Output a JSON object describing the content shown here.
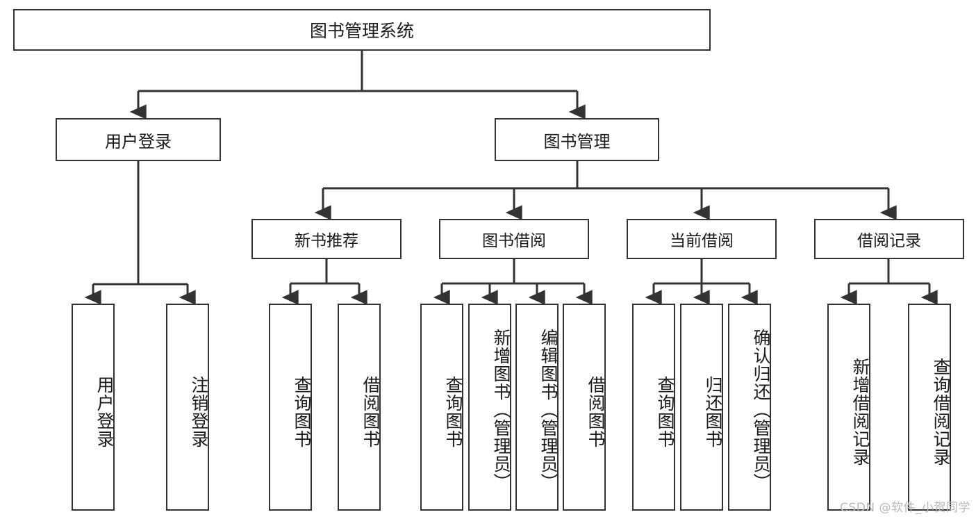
{
  "diagram": {
    "type": "tree",
    "title": "图书管理系统",
    "root": {
      "label": "图书管理系统"
    },
    "level2": [
      {
        "label": "用户登录"
      },
      {
        "label": "图书管理"
      }
    ],
    "level3": [
      {
        "label": "新书推荐"
      },
      {
        "label": "图书借阅"
      },
      {
        "label": "当前借阅"
      },
      {
        "label": "借阅记录"
      }
    ],
    "leaves": {
      "user_login": [
        {
          "label": "用户登录"
        },
        {
          "label": "注销登录"
        }
      ],
      "new_book_recommend": [
        {
          "label": "查询图书"
        },
        {
          "label": "借阅图书"
        }
      ],
      "book_borrow": [
        {
          "label": "查询图书"
        },
        {
          "label": "新增图书（管理员）"
        },
        {
          "label": "编辑图书（管理员）"
        },
        {
          "label": "借阅图书"
        }
      ],
      "current_borrow": [
        {
          "label": "查询图书"
        },
        {
          "label": "归还图书"
        },
        {
          "label": "确认归还（管理员）"
        }
      ],
      "borrow_record": [
        {
          "label": "新增借阅记录"
        },
        {
          "label": "查询借阅记录"
        }
      ]
    }
  },
  "watermark": {
    "text": "CSDN @软件_小贺同学"
  },
  "colors": {
    "stroke": "#333333",
    "text": "#1a1a1a",
    "background": "#ffffff",
    "watermark": "#b9b9b9"
  }
}
